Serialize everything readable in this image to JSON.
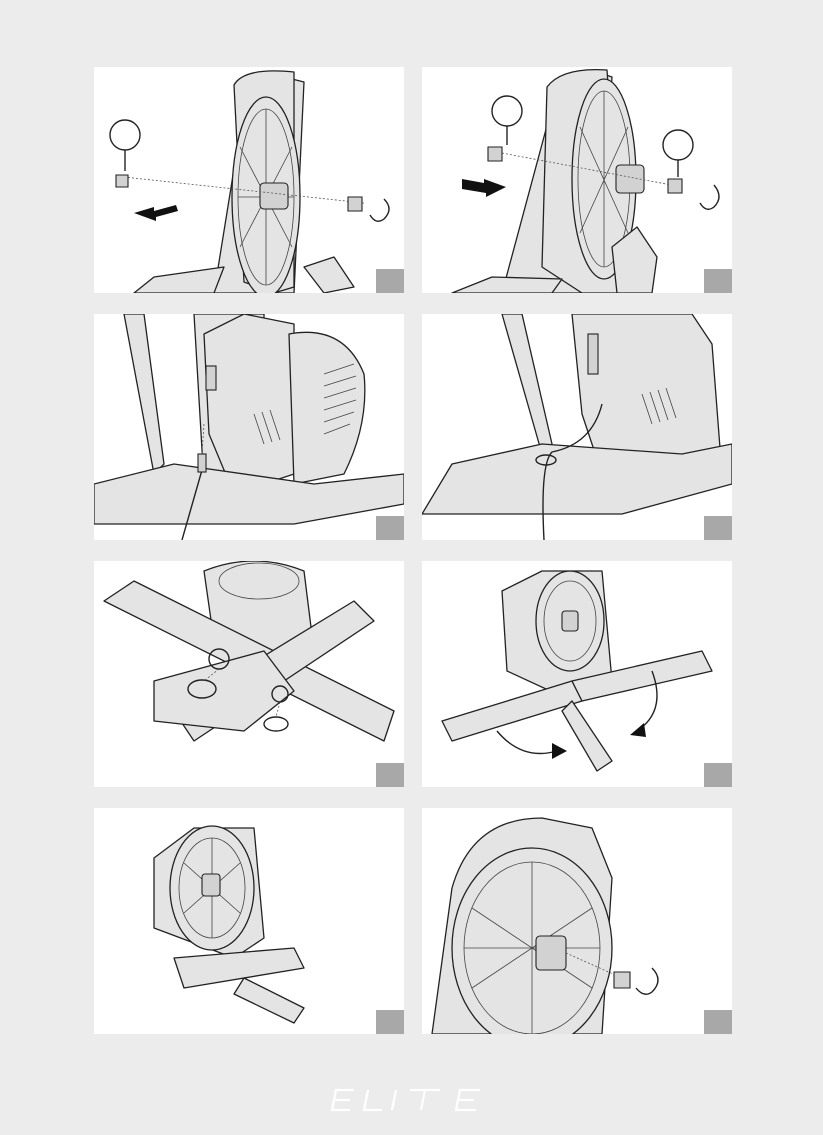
{
  "brand": {
    "logo_text": "ELITE"
  },
  "steps": [
    {
      "icons": [
        "trainer-flywheel",
        "axle-cap-left",
        "axle-cap-right",
        "arrow-left",
        "rotate-arrow"
      ]
    },
    {
      "icons": [
        "trainer-flywheel",
        "axle-cap-left",
        "axle-cap-right",
        "arrow-right",
        "rotate-arrow"
      ]
    },
    {
      "icons": [
        "trainer-body",
        "power-cable",
        "connector-port"
      ]
    },
    {
      "icons": [
        "trainer-body",
        "power-cable-plugged",
        "cable-clip"
      ]
    },
    {
      "icons": [
        "trainer-upside-down",
        "legs-crossed",
        "release-knob",
        "rotate-ring"
      ]
    },
    {
      "icons": [
        "trainer-standing",
        "legs-unfold-arrow-left",
        "legs-unfold-arrow-right"
      ]
    },
    {
      "icons": [
        "trainer-assembled"
      ]
    },
    {
      "icons": [
        "flywheel-closeup",
        "cassette-body",
        "axle-cap",
        "rotate-arrow"
      ]
    }
  ],
  "colors": {
    "page_background": "#ececec",
    "panel_background": "#ffffff",
    "step_marker": "#a8a8a8"
  }
}
